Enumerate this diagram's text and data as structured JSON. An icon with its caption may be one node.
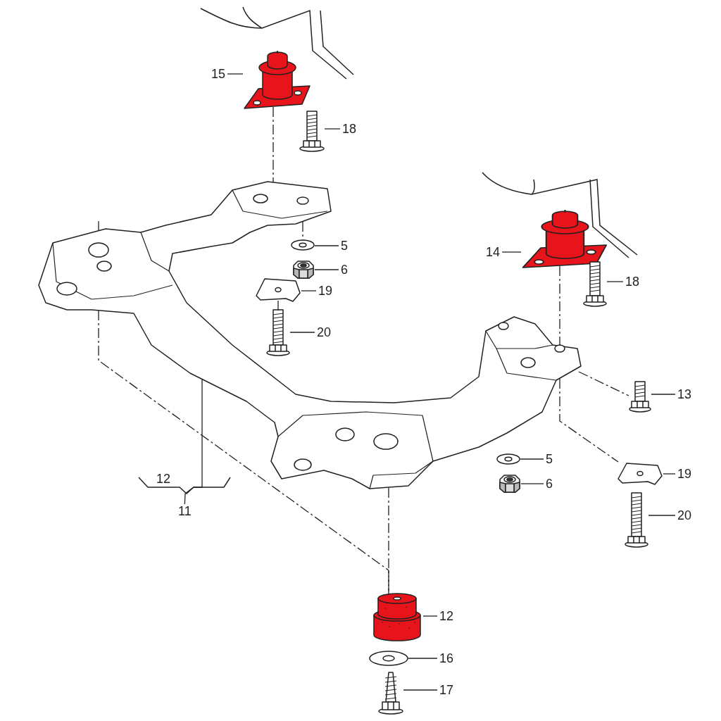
{
  "diagram": {
    "nodes": [
      {
        "text": [
          "15"
        ]
      },
      {
        "text": [],
        "shape": "picture"
      },
      {
        "text": [
          "18"
        ]
      },
      {
        "text": [],
        "shape": "picture"
      },
      {
        "text": [
          "5"
        ]
      },
      {
        "text": [],
        "shape": "picture"
      },
      {
        "text": [
          "6"
        ]
      },
      {
        "text": [],
        "shape": "picture"
      },
      {
        "text": [
          "19"
        ]
      },
      {
        "text": [],
        "shape": "picture"
      },
      {
        "text": [
          "20"
        ]
      },
      {
        "text": [],
        "shape": "picture"
      },
      {
        "text": [
          "14"
        ]
      },
      {
        "text": [],
        "shape": "picture"
      },
      {
        "text": [
          "18"
        ]
      },
      {
        "text": [],
        "shape": "picture"
      },
      {
        "text": [
          "13"
        ]
      },
      {
        "text": [],
        "shape": "picture"
      },
      {
        "text": [
          "5"
        ]
      },
      {
        "text": [],
        "shape": "picture"
      },
      {
        "text": [
          "6"
        ]
      },
      {
        "text": [],
        "shape": "picture"
      },
      {
        "text": [
          "19"
        ]
      },
      {
        "text": [],
        "shape": "picture"
      },
      {
        "text": [
          "20"
        ]
      },
      {
        "text": [],
        "shape": "picture"
      },
      {
        "text": [
          "11"
        ]
      },
      {
        "text": [],
        "shape": "picture"
      },
      {
        "text": [
          "12"
        ]
      },
      {
        "text": [],
        "shape": "picture"
      },
      {
        "text": [
          "16"
        ]
      },
      {
        "text": [],
        "shape": "picture"
      },
      {
        "text": [
          "17"
        ]
      },
      {
        "text": [],
        "shape": "picture"
      }
    ],
    "edges": [
      {
        "from": 0,
        "to": 1,
        "arrow": "none"
      },
      {
        "from": 2,
        "to": 3,
        "arrow": "none"
      },
      {
        "from": 4,
        "to": 5,
        "arrow": "none"
      },
      {
        "from": 6,
        "to": 7,
        "arrow": "none"
      },
      {
        "from": 8,
        "to": 9,
        "arrow": "none"
      },
      {
        "from": 10,
        "to": 11,
        "arrow": "none"
      },
      {
        "from": 12,
        "to": 13,
        "arrow": "none"
      },
      {
        "from": 14,
        "to": 15,
        "arrow": "none"
      },
      {
        "from": 16,
        "to": 17,
        "arrow": "none"
      },
      {
        "from": 18,
        "to": 19,
        "arrow": "none"
      },
      {
        "from": 20,
        "to": 21,
        "arrow": "none"
      },
      {
        "from": 22,
        "to": 23,
        "arrow": "none"
      },
      {
        "from": 24,
        "to": 25,
        "arrow": "none"
      },
      {
        "from": 26,
        "to": 27,
        "arrow": "none"
      },
      {
        "from": 28,
        "to": 29,
        "arrow": "none"
      },
      {
        "from": 30,
        "to": 31,
        "arrow": "none"
      },
      {
        "from": 32,
        "to": 33,
        "arrow": "none"
      },
      {
        "from": 1,
        "to": 27,
        "arrow": "none",
        "style": "dashed"
      },
      {
        "from": 27,
        "to": 5,
        "arrow": "none",
        "style": "dashed"
      },
      {
        "from": 9,
        "to": 11,
        "arrow": "none",
        "style": "dashed"
      },
      {
        "from": 13,
        "to": 27,
        "arrow": "none",
        "style": "dashed"
      },
      {
        "from": 27,
        "to": 17,
        "arrow": "none",
        "style": "dashed"
      },
      {
        "from": 27,
        "to": 23,
        "arrow": "none",
        "style": "dashed"
      },
      {
        "from": 27,
        "to": 29,
        "arrow": "none",
        "style": "dashed"
      },
      {
        "from": 27,
        "to": 29,
        "arrow": "none",
        "style": "dashed"
      },
      {
        "from": 27,
        "to": null,
        "arrow": "none"
      }
    ],
    "labels": [
      "12"
    ]
  }
}
